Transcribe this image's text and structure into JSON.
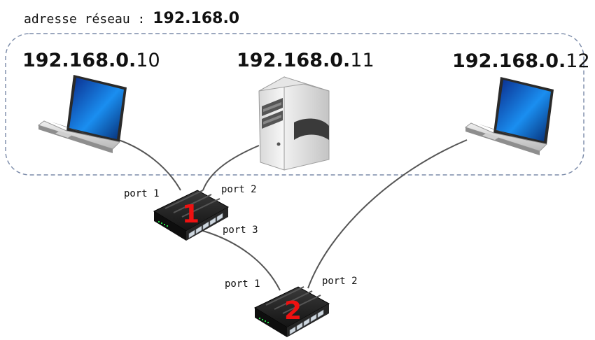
{
  "header": {
    "label": "adresse réseau : ",
    "network": "192.168.0"
  },
  "hosts": [
    {
      "ip_prefix": "192.168.0.",
      "ip_suffix": "10",
      "icon": "laptop-icon"
    },
    {
      "ip_prefix": "192.168.0.",
      "ip_suffix": "11",
      "icon": "server-icon"
    },
    {
      "ip_prefix": "192.168.0.",
      "ip_suffix": "12",
      "icon": "laptop-icon"
    }
  ],
  "switches": [
    {
      "label": "1",
      "icon": "switch-icon"
    },
    {
      "label": "2",
      "icon": "switch-icon"
    }
  ],
  "ports": {
    "sw1_port1": "port 1",
    "sw1_port2": "port 2",
    "sw1_port3": "port 3",
    "sw2_port1": "port 1",
    "sw2_port2": "port 2"
  },
  "colors": {
    "network_border": "#7a8aa8",
    "cable": "#555555",
    "switch_label": "#ee1111",
    "switch_body": "#1e1e1e",
    "screen_blue": "#1060d0"
  }
}
